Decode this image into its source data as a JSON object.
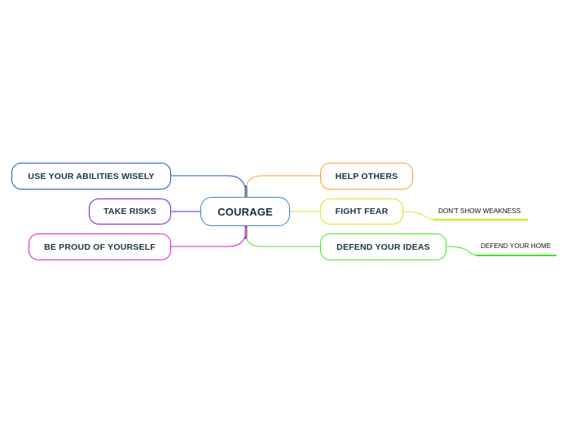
{
  "central": {
    "label": "COURAGE",
    "color": "#3a86c8"
  },
  "left_branches": [
    {
      "label": "USE YOUR ABILITIES WISELY",
      "color": "#1f4fd1"
    },
    {
      "label": "TAKE RISKS",
      "color": "#6a1fd1"
    },
    {
      "label": "BE PROUD OF YOURSELF",
      "color": "#d11fd1"
    }
  ],
  "right_branches": [
    {
      "label": "HELP OTHERS",
      "color": "#f5a623"
    },
    {
      "label": "FIGHT FEAR",
      "color": "#d4e81f"
    },
    {
      "label": "DEFEND YOUR IDEAS",
      "color": "#3fe81f"
    }
  ],
  "leaves": [
    {
      "label": "DON'T SHOW WEAKNESS",
      "color": "#d4e81f"
    },
    {
      "label": "DEFEND YOUR HOME",
      "color": "#3fe81f"
    }
  ]
}
